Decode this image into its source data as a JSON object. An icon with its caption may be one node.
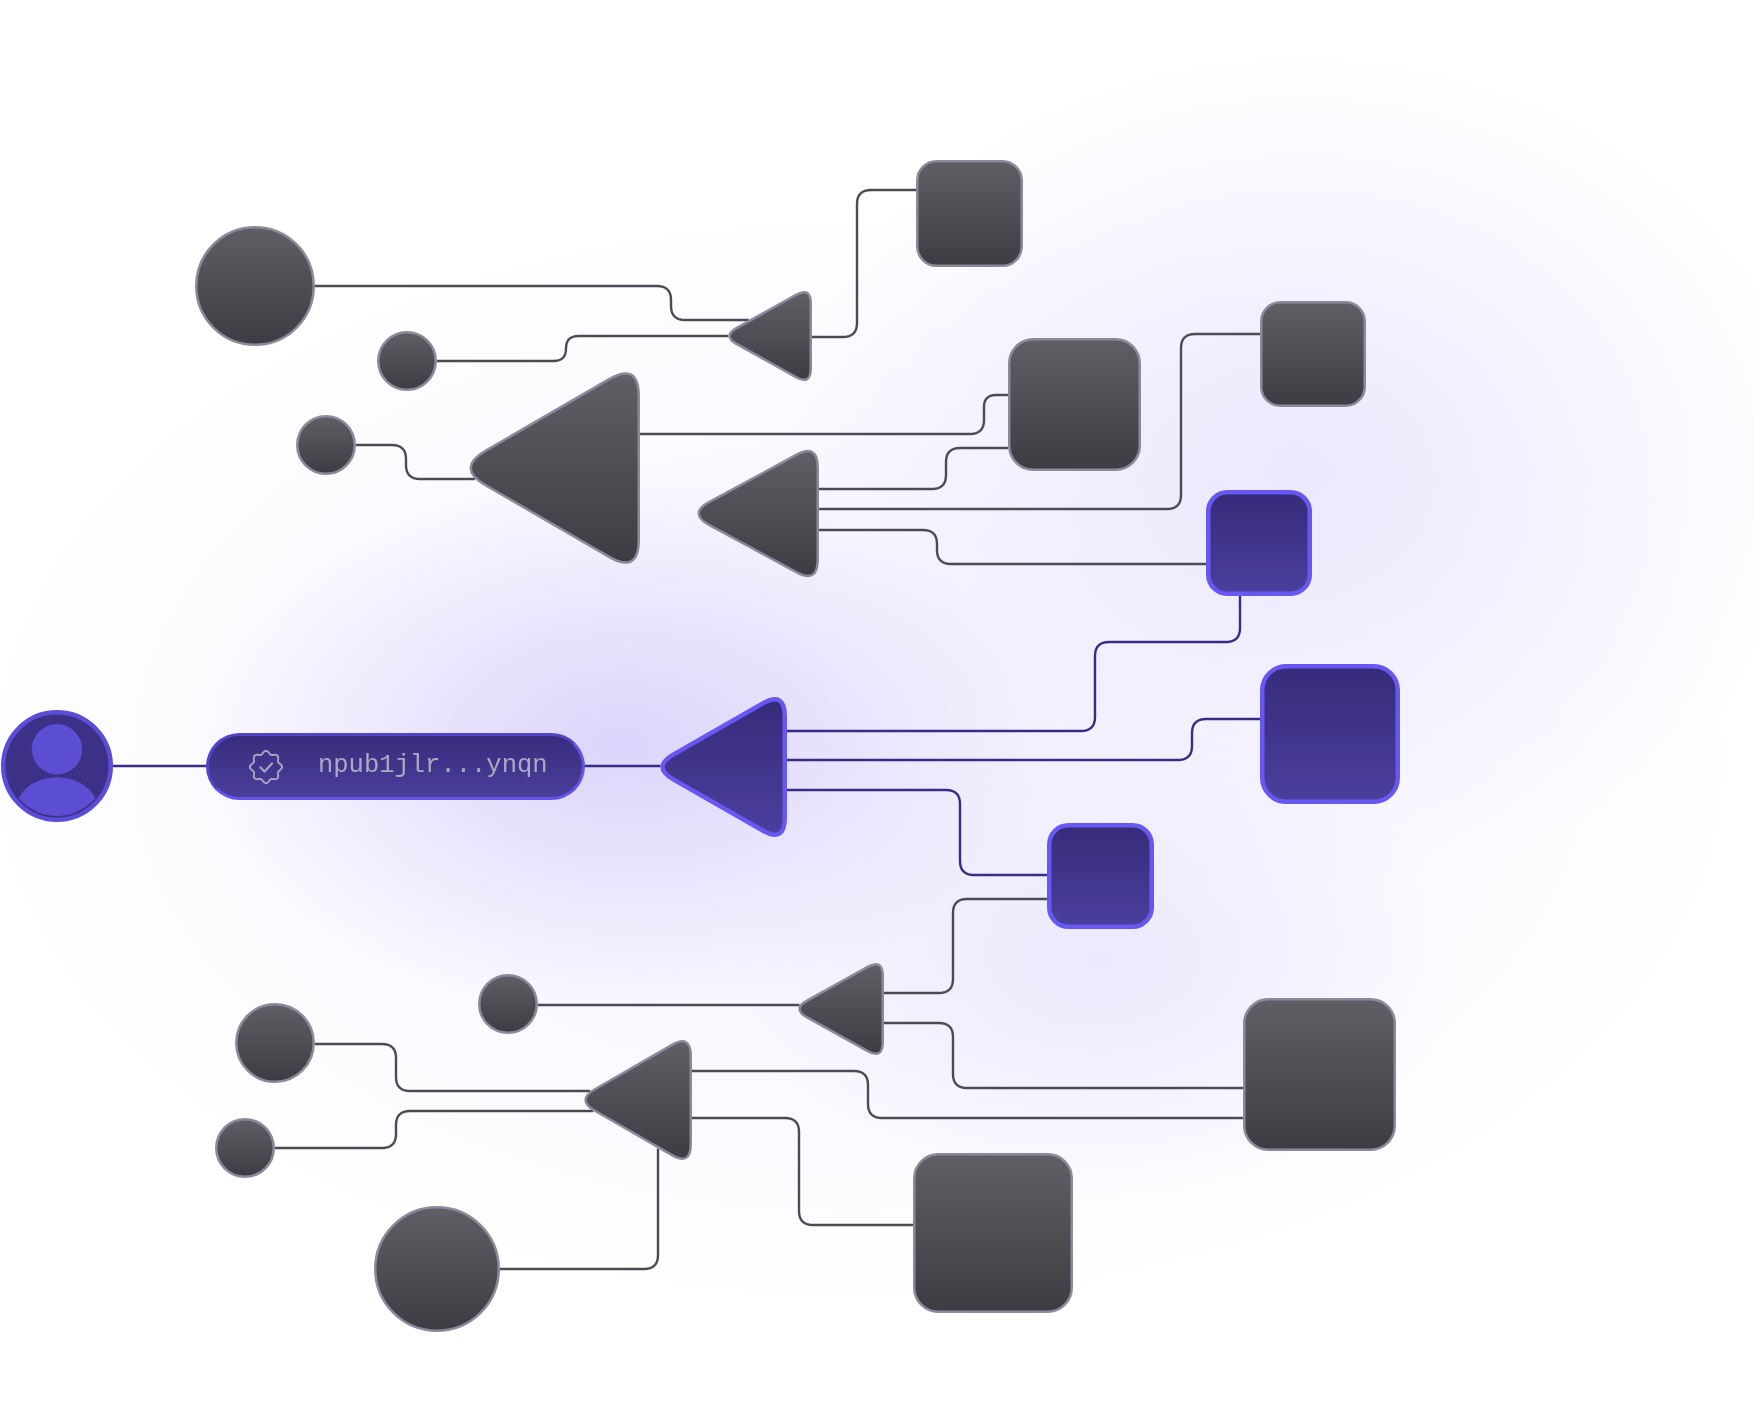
{
  "diagram": {
    "nodes": [
      {
        "text": [],
        "shape": "box"
      },
      {
        "text": [],
        "shape": "circle"
      },
      {
        "text": [],
        "shape": "triangle"
      },
      {
        "text": [],
        "shape": "box"
      },
      {
        "text": [],
        "shape": "box"
      },
      {
        "text": [],
        "shape": "circle"
      },
      {
        "text": [],
        "shape": "triangle"
      },
      {
        "text": [],
        "shape": "circle"
      },
      {
        "text": [],
        "shape": "triangle"
      },
      {
        "text": [],
        "shape": "box"
      },
      {
        "text": [],
        "shape": "box"
      },
      {
        "text": [],
        "shape": "person"
      },
      {
        "text": [
          "npub1jlr...ynqn"
        ]
      },
      {
        "text": [],
        "shape": "triangle"
      },
      {
        "text": [],
        "shape": "box"
      },
      {
        "text": [],
        "shape": "circle"
      },
      {
        "text": [],
        "shape": "triangle"
      },
      {
        "text": [],
        "shape": "box"
      },
      {
        "text": [],
        "shape": "circle"
      },
      {
        "text": [],
        "shape": "triangle"
      },
      {
        "text": [],
        "shape": "circle"
      },
      {
        "text": [],
        "shape": "box"
      },
      {
        "text": [],
        "shape": "circle"
      }
    ],
    "edges": [
      {
        "from": 1,
        "to": 2,
        "arrow": "none"
      },
      {
        "from": 5,
        "to": 2,
        "arrow": "none"
      },
      {
        "from": 2,
        "to": 0,
        "arrow": "none"
      },
      {
        "from": 7,
        "to": 6,
        "arrow": "none"
      },
      {
        "from": 6,
        "to": 4,
        "arrow": "none"
      },
      {
        "from": 8,
        "to": 4,
        "arrow": "none"
      },
      {
        "from": 8,
        "to": 3,
        "arrow": "none"
      },
      {
        "from": 8,
        "to": 9,
        "arrow": "none"
      },
      {
        "from": 11,
        "to": 12,
        "arrow": "none",
        "color": "#372d84"
      },
      {
        "from": 12,
        "to": 13,
        "arrow": "none",
        "color": "#372d84"
      },
      {
        "from": 13,
        "to": 9,
        "arrow": "none",
        "color": "#372d84"
      },
      {
        "from": 13,
        "to": 10,
        "arrow": "none",
        "color": "#372d84"
      },
      {
        "from": 13,
        "to": 14,
        "arrow": "none",
        "color": "#372d84"
      },
      {
        "from": 16,
        "to": 14,
        "arrow": "none"
      },
      {
        "from": 15,
        "to": 16,
        "arrow": "none"
      },
      {
        "from": 16,
        "to": 17,
        "arrow": "none"
      },
      {
        "from": 18,
        "to": 19,
        "arrow": "none"
      },
      {
        "from": 20,
        "to": 19,
        "arrow": "none"
      },
      {
        "from": 19,
        "to": 17,
        "arrow": "none"
      },
      {
        "from": 19,
        "to": 21,
        "arrow": "none"
      },
      {
        "from": 22,
        "to": 19,
        "arrow": "none"
      }
    ]
  }
}
